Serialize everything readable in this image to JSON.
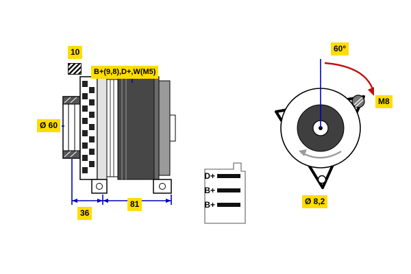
{
  "colors": {
    "label_bg": "#ffdd00",
    "dimension_blue": "#0000b8",
    "angle_arrow_red": "#c00d0d",
    "body_dark": "#474747"
  },
  "side_view": {
    "belt_width": "10",
    "terminals": "B+(9,8),D+,W(M5)",
    "pulley_diameter": "Ø 60",
    "dim_front": "36",
    "dim_rear": "81"
  },
  "connector": {
    "pins": [
      "D+",
      "B+",
      "B+"
    ]
  },
  "front_view": {
    "angle": "60°",
    "bolt_thread": "M8",
    "hole_diameter": "Ø 8,2"
  }
}
